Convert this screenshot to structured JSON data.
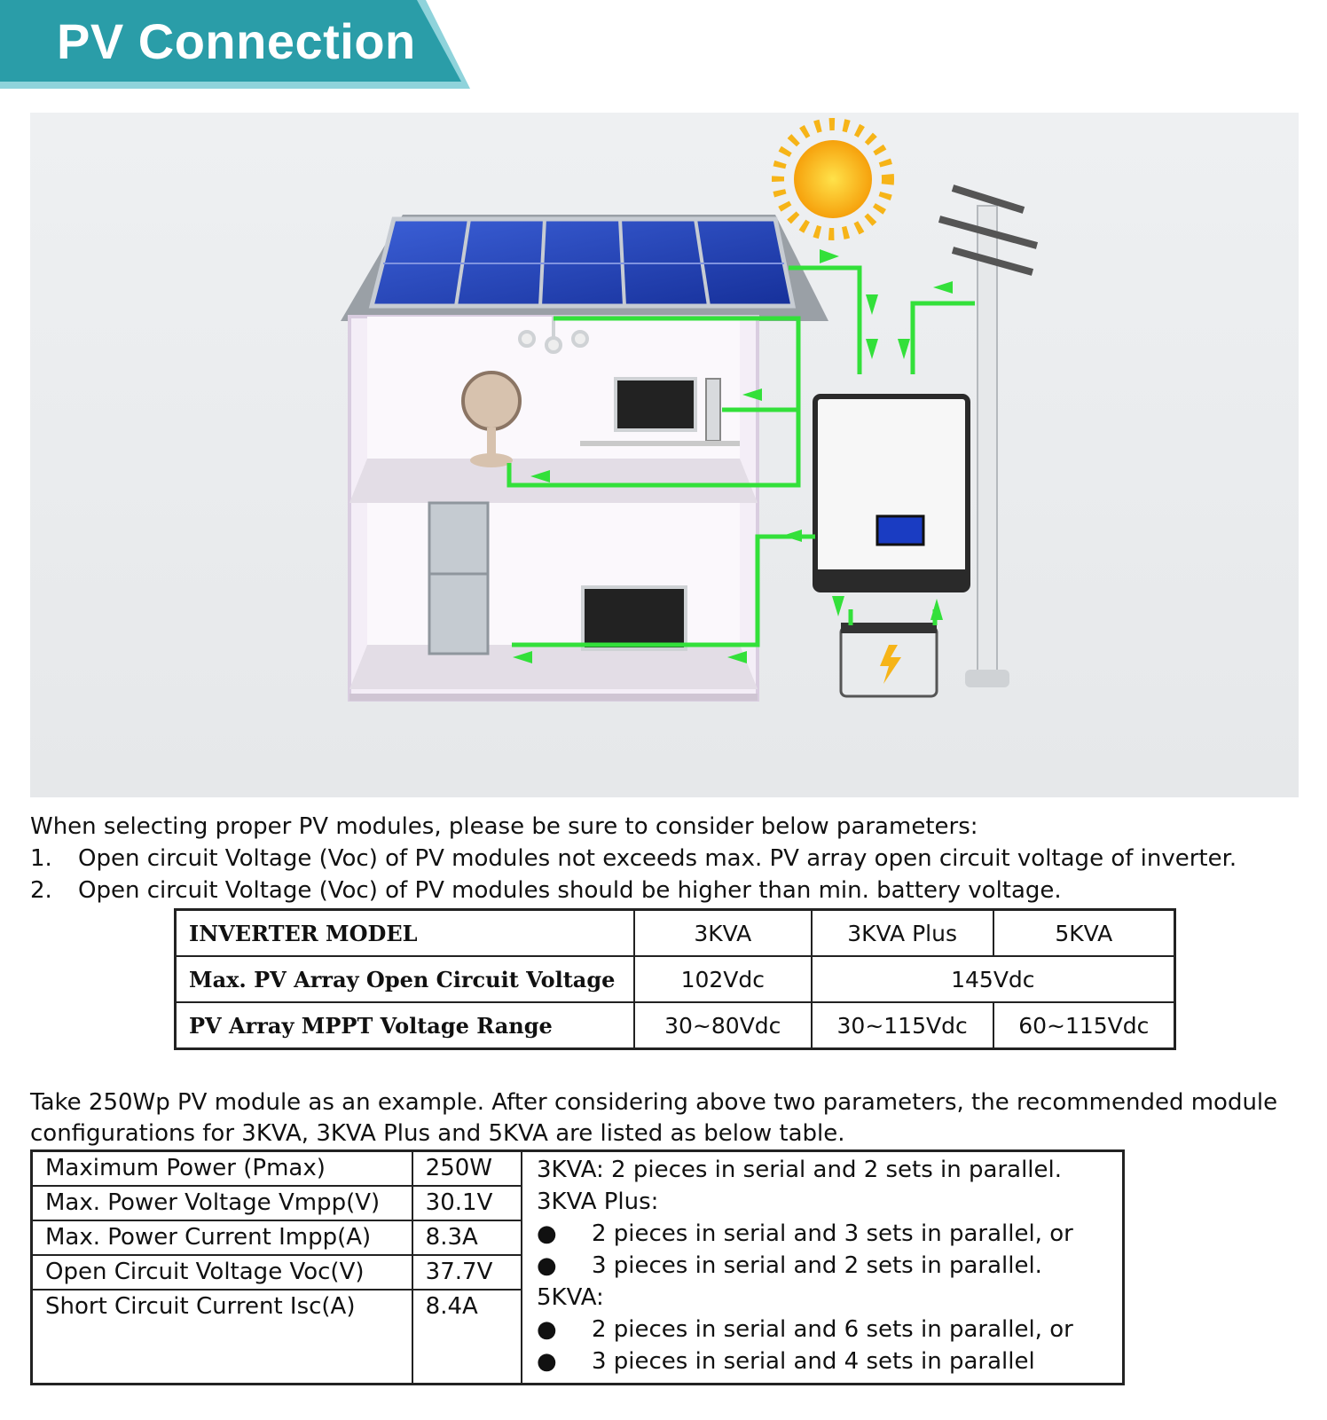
{
  "header": {
    "title": "PV Connection",
    "colors": {
      "banner": "#2A9DA8",
      "banner_shadow": "#8FD3DB",
      "flow_arrow": "#33E03A"
    }
  },
  "intro": {
    "lead": "When selecting proper PV modules, please be sure to consider below parameters:",
    "items": [
      {
        "num": "1.",
        "text": "Open circuit Voltage (Voc) of PV modules not exceeds max. PV array open circuit voltage of inverter."
      },
      {
        "num": "2.",
        "text": "Open circuit Voltage (Voc) of PV modules should be higher than min. battery voltage."
      }
    ]
  },
  "inverter_table": {
    "header": [
      "INVERTER MODEL",
      "3KVA",
      "3KVA Plus",
      "5KVA"
    ],
    "row1": {
      "label": "Max. PV Array Open Circuit Voltage",
      "v1": "102Vdc",
      "v2": "145Vdc"
    },
    "row2": {
      "label": "PV Array MPPT Voltage Range",
      "v1": "30~80Vdc",
      "v2": "30~115Vdc",
      "v3": "60~115Vdc"
    }
  },
  "example": {
    "text": "Take 250Wp PV module as an example. After considering above two parameters, the recommended module configurations for 3KVA, 3KVA Plus and 5KVA are listed as below table."
  },
  "module_table": {
    "rows": [
      {
        "label": "Maximum Power (Pmax)",
        "value": "250W"
      },
      {
        "label": "Max. Power Voltage Vmpp(V)",
        "value": "30.1V"
      },
      {
        "label": "Max. Power Current Impp(A)",
        "value": "8.3A"
      },
      {
        "label": "Open Circuit Voltage Voc(V)",
        "value": "37.7V"
      },
      {
        "label": "Short Circuit Current Isc(A)",
        "value": "8.4A"
      }
    ],
    "config": {
      "line1": "3KVA: 2 pieces in serial and 2 sets in parallel.",
      "plus_heading": "3KVA Plus:",
      "plus_items": [
        "2 pieces in serial and 3 sets in parallel, or",
        "3 pieces in serial and 2 sets in parallel."
      ],
      "five_heading": "5KVA:",
      "five_items": [
        "2 pieces in serial and 6 sets in parallel, or",
        "3 pieces in serial and 4 sets in parallel"
      ],
      "bullet": "●"
    }
  }
}
